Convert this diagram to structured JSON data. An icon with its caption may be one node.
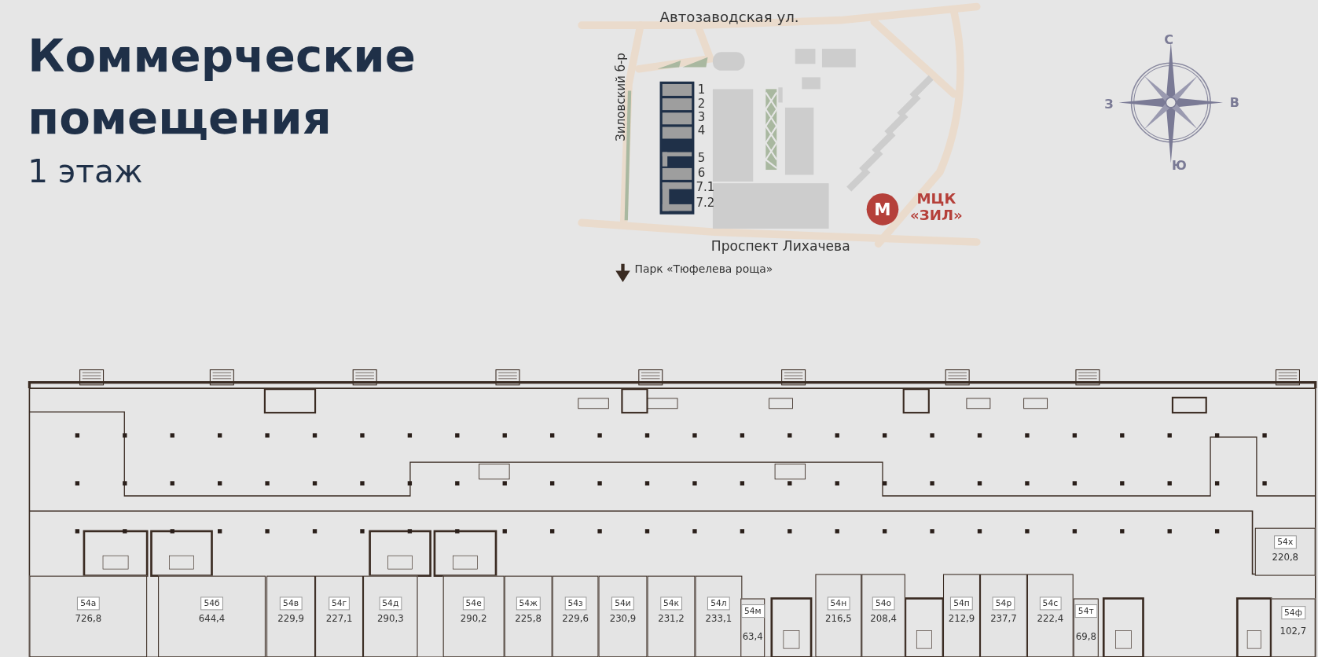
{
  "diagram": {
    "title": "Коммерческие помещения",
    "nodes": [
      {
        "text": [
          "54а",
          "726,8"
        ]
      },
      {
        "text": [
          "54б",
          "644,4"
        ]
      },
      {
        "text": [
          "54в",
          "229,9"
        ]
      },
      {
        "text": [
          "54г",
          "227,1"
        ]
      },
      {
        "text": [
          "54д",
          "290,3"
        ]
      },
      {
        "text": [
          "54е",
          "290,2"
        ]
      },
      {
        "text": [
          "54ж",
          "225,8"
        ]
      },
      {
        "text": [
          "54з",
          "229,6"
        ]
      },
      {
        "text": [
          "54и",
          "230,9"
        ]
      },
      {
        "text": [
          "54к",
          "231,2"
        ]
      },
      {
        "text": [
          "54л",
          "233,1"
        ]
      },
      {
        "text": [
          "54м",
          "63,4"
        ]
      },
      {
        "text": [
          "54н",
          "216,5"
        ]
      },
      {
        "text": [
          "54о",
          "208,4"
        ]
      },
      {
        "text": [
          "54п",
          "212,9"
        ]
      },
      {
        "text": [
          "54р",
          "237,7"
        ]
      },
      {
        "text": [
          "54с",
          "222,4"
        ]
      },
      {
        "text": [
          "54т",
          "69,8"
        ]
      },
      {
        "text": [
          "54ф",
          "102,7"
        ]
      },
      {
        "text": [
          "54х",
          "220,8"
        ]
      },
      {
        "text": [
          "М"
        ],
        "beside": [
          "МЦК «ЗИЛ»"
        ]
      }
    ],
    "labels": [
      "1 этаж",
      "Автозаводская ул.",
      "Зиловский б-р",
      "1",
      "2",
      "3",
      "4",
      "5",
      "6",
      "7.1",
      "7.2",
      "Проспект Лихачева",
      "Парк «Тюфелева роща»",
      "С",
      "З",
      "В",
      "Ю"
    ]
  }
}
